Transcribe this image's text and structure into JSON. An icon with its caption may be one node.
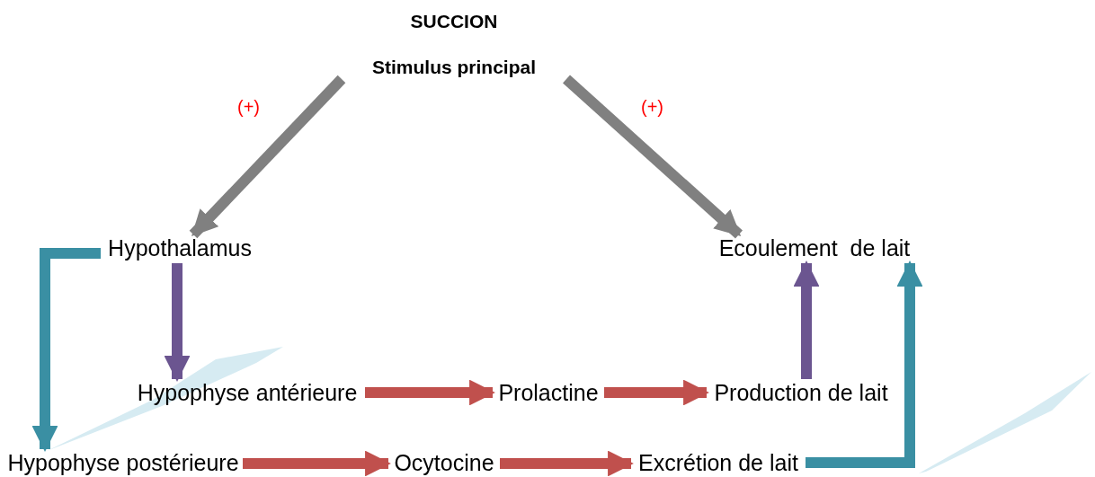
{
  "diagram": {
    "nodes": [
      {
        "text": [
          "SUCCION",
          "Stimulus principal"
        ]
      },
      {
        "text": [
          "Hypothalamus"
        ]
      },
      {
        "text": [
          "Ecoulement  de lait"
        ]
      },
      {
        "text": [
          "Hypophyse antérieure"
        ]
      },
      {
        "text": [
          "Prolactine"
        ]
      },
      {
        "text": [
          "Production de lait"
        ]
      },
      {
        "text": [
          "Hypophyse postérieure"
        ]
      },
      {
        "text": [
          "Ocytocine"
        ]
      },
      {
        "text": [
          "Excrétion de lait"
        ]
      }
    ],
    "edges": [
      {
        "from": 0,
        "to": 1,
        "arrow": "to",
        "label": "(+)",
        "color": "#808080"
      },
      {
        "from": 0,
        "to": 2,
        "arrow": "to",
        "label": "(+)",
        "color": "#808080"
      },
      {
        "from": 1,
        "to": 3,
        "arrow": "to",
        "color": "#6b5590"
      },
      {
        "from": 1,
        "to": 6,
        "arrow": "to",
        "color": "#3a8fa3"
      },
      {
        "from": 3,
        "to": 4,
        "arrow": "to",
        "color": "#c0504d"
      },
      {
        "from": 4,
        "to": 5,
        "arrow": "to",
        "color": "#c0504d"
      },
      {
        "from": 5,
        "to": 2,
        "arrow": "to",
        "color": "#6b5590"
      },
      {
        "from": 6,
        "to": 7,
        "arrow": "to",
        "color": "#c0504d"
      },
      {
        "from": 7,
        "to": 8,
        "arrow": "to",
        "color": "#c0504d"
      },
      {
        "from": 8,
        "to": 2,
        "arrow": "to",
        "color": "#3a8fa3"
      }
    ]
  }
}
